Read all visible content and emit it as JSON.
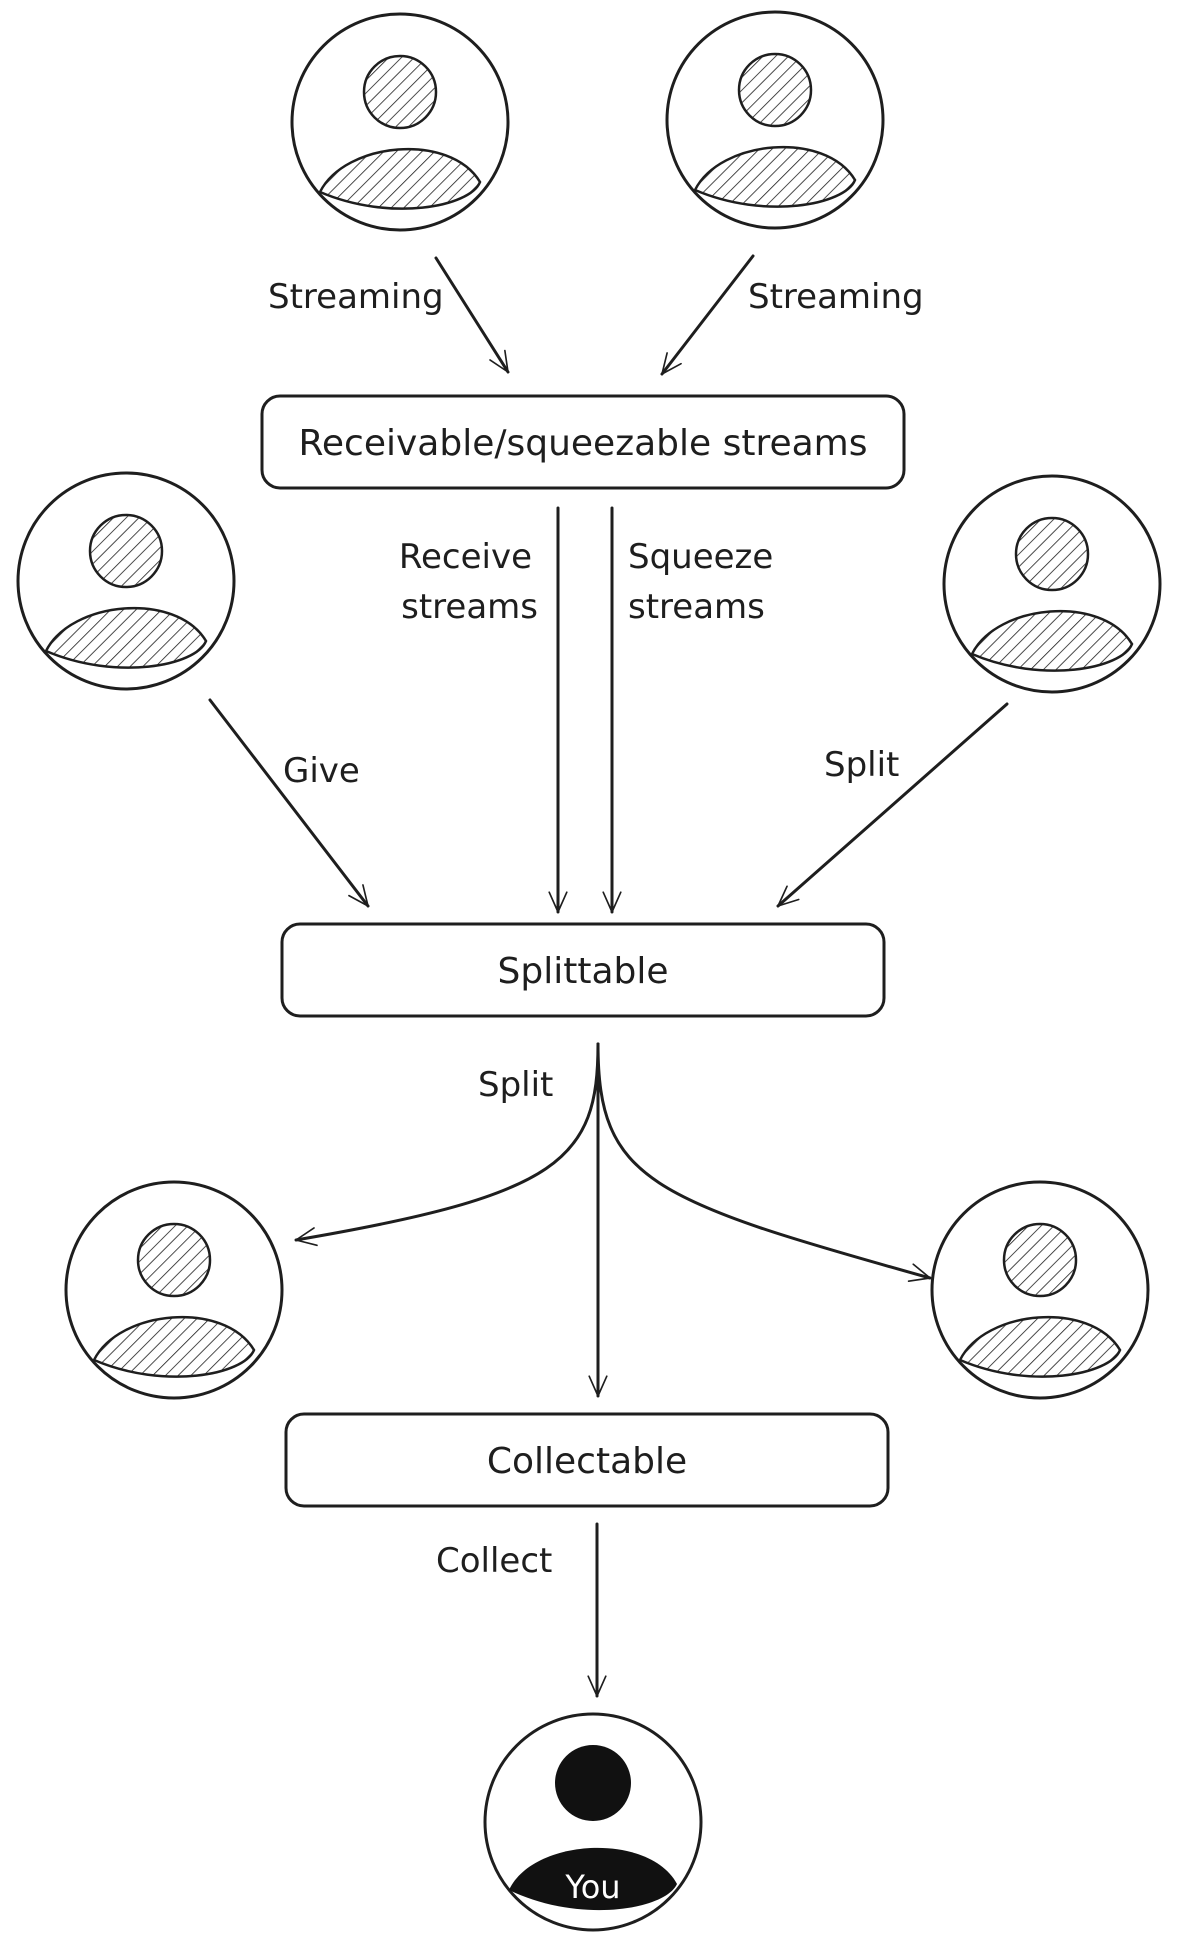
{
  "colors": {
    "ink": "#1e1e1e",
    "background": "#ffffff",
    "you_fill": "#111111",
    "you_text": "#ffffff"
  },
  "boxes": {
    "streams": "Receivable/squeezable streams",
    "splittable": "Splittable",
    "collectable": "Collectable"
  },
  "arrows": {
    "streaming_left": "Streaming",
    "streaming_right": "Streaming",
    "receive_line1": "Receive",
    "receive_line2": "streams",
    "squeeze_line1": "Squeeze",
    "squeeze_line2": "streams",
    "give": "Give",
    "split_in": "Split",
    "split_out": "Split",
    "collect": "Collect"
  },
  "you": {
    "label": "You"
  },
  "icons": {
    "person": "person-icon",
    "you": "you-person-icon"
  }
}
